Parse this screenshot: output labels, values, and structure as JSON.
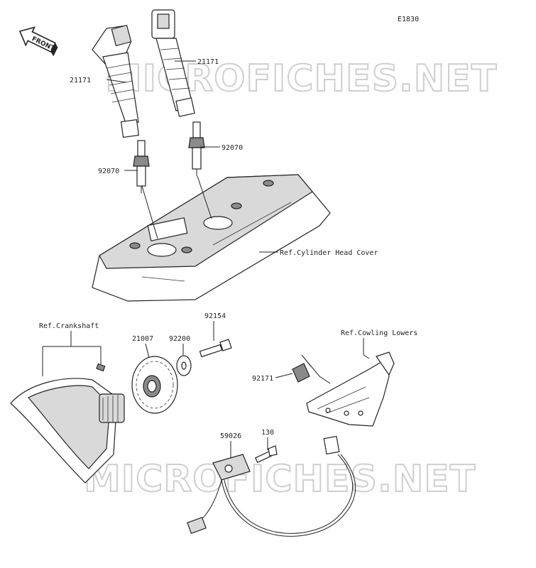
{
  "diagram_code": "E1830",
  "watermark": "MICROFICHES.NET",
  "front_badge": "FRONT",
  "icons": {
    "front-arrow": "front-arrow-icon"
  },
  "callouts": {
    "coil_left": "21171",
    "coil_right": "21171",
    "plug_left": "92070",
    "plug_right": "92070",
    "head_cover_ref": "Ref.Cylinder Head Cover",
    "crankshaft_ref": "Ref.Crankshaft",
    "rotor": "21007",
    "washer": "92200",
    "bolt_top": "92154",
    "cowling_ref": "Ref.Cowling Lowers",
    "clamp": "92171",
    "sensor": "59026",
    "bolt_small": "130"
  }
}
